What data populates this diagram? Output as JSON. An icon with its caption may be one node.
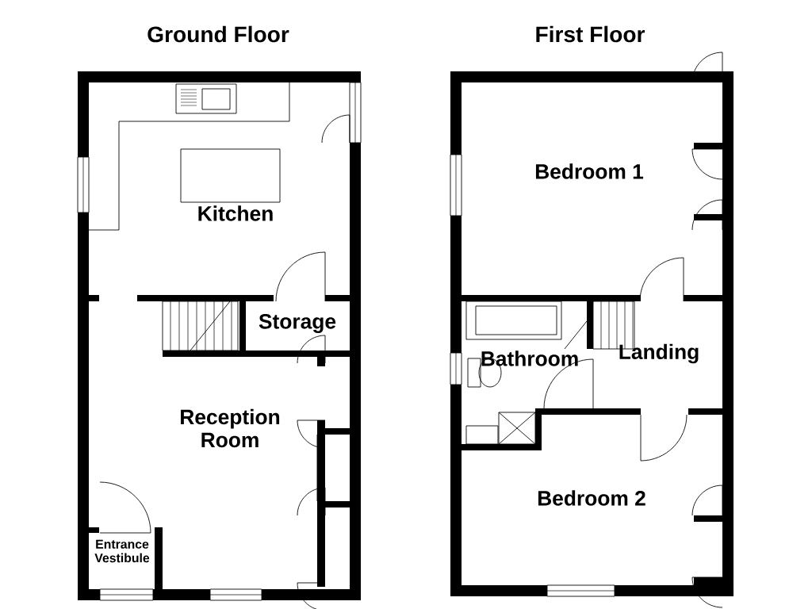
{
  "diagram": {
    "labels": [
      "Ground Floor",
      "First Floor",
      "Bedroom 1",
      "Kitchen",
      "Storage",
      "Bathroom",
      "Landing",
      "Reception Room",
      "Bedroom 2",
      "Entrance Vestibule"
    ]
  }
}
